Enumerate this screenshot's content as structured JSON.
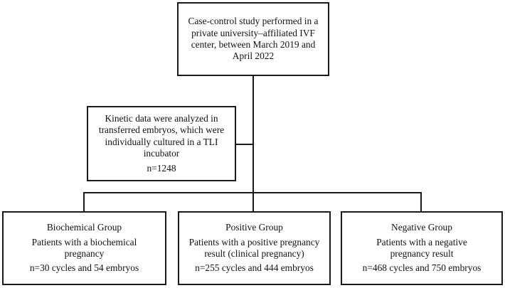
{
  "diagram": {
    "top_box": {
      "lines": [
        "Case-control study performed in a",
        "private university–affiliated IVF",
        "center, between March 2019 and",
        "April 2022"
      ]
    },
    "kinetic_box": {
      "lines": [
        "Kinetic data were analyzed in",
        "transferred embryos, which were",
        "individually cultured in a TLI",
        "incubator"
      ],
      "count": "n=1248"
    },
    "groups": [
      {
        "title": "Biochemical Group",
        "desc_lines": [
          "Patients with a biochemical",
          "pregnancy"
        ],
        "count": "n=30 cycles and 54 embryos"
      },
      {
        "title": "Positive Group",
        "desc_lines": [
          "Patients with a positive pregnancy",
          "result (clinical pregnancy)"
        ],
        "count": "n=255 cycles and 444 embryos"
      },
      {
        "title": "Negative Group",
        "desc_lines": [
          "Patients with a negative",
          "pregnancy result"
        ],
        "count": "n=468 cycles and 750 embryos"
      }
    ],
    "colors": {
      "stroke": "#1a1a1a",
      "background": "#ffffff",
      "text": "#111111"
    }
  }
}
